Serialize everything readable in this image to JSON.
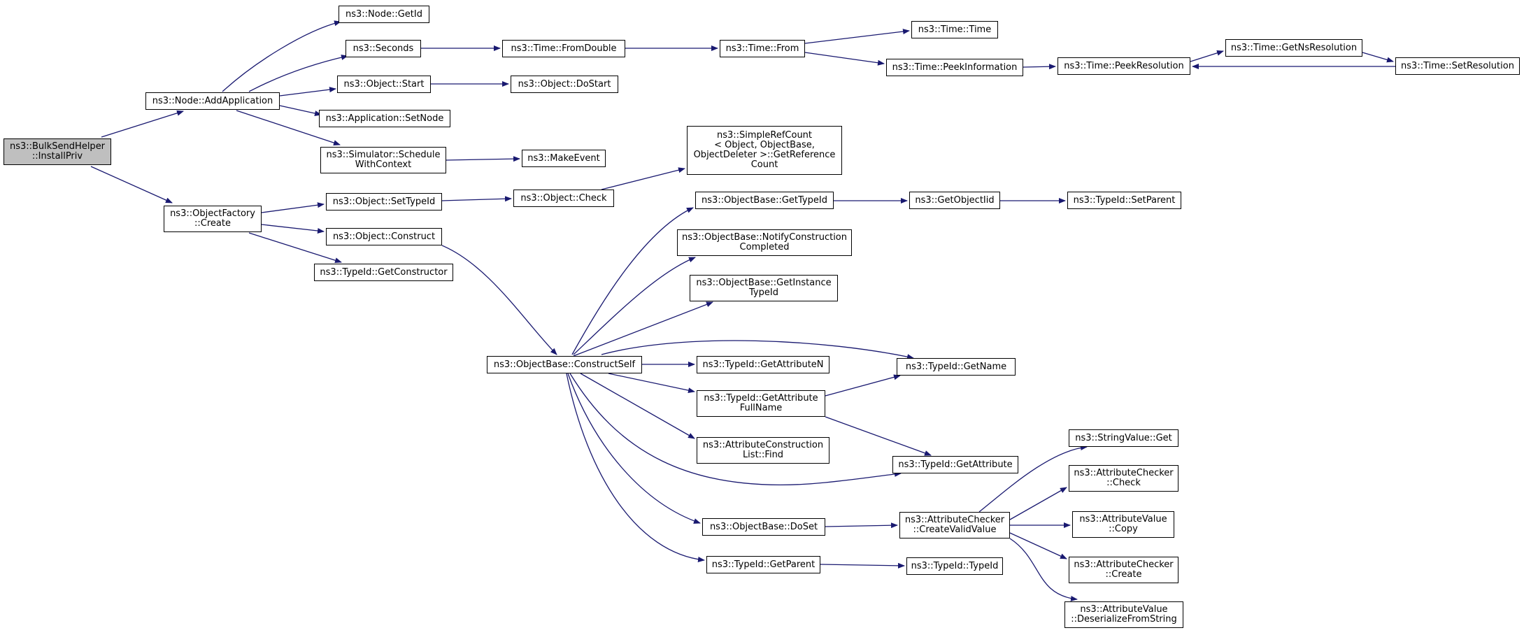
{
  "diagram": {
    "type": "call-graph",
    "edge_color": "#191970",
    "root_fill": "#bfbfbf",
    "nodes": [
      {
        "id": "root",
        "label": "ns3::BulkSendHelper\n::InstallPriv"
      },
      {
        "id": "addapp",
        "label": "ns3::Node::AddApplication"
      },
      {
        "id": "factory",
        "label": "ns3::ObjectFactory\n::Create"
      },
      {
        "id": "getid",
        "label": "ns3::Node::GetId"
      },
      {
        "id": "seconds",
        "label": "ns3::Seconds"
      },
      {
        "id": "objstart",
        "label": "ns3::Object::Start"
      },
      {
        "id": "setnode",
        "label": "ns3::Application::SetNode"
      },
      {
        "id": "schedctx",
        "label": "ns3::Simulator::Schedule\nWithContext"
      },
      {
        "id": "settypeid",
        "label": "ns3::Object::SetTypeId"
      },
      {
        "id": "construct",
        "label": "ns3::Object::Construct"
      },
      {
        "id": "getctor",
        "label": "ns3::TypeId::GetConstructor"
      },
      {
        "id": "fromdouble",
        "label": "ns3::Time::FromDouble"
      },
      {
        "id": "dostart",
        "label": "ns3::Object::DoStart"
      },
      {
        "id": "makeevent",
        "label": "ns3::MakeEvent"
      },
      {
        "id": "check",
        "label": "ns3::Object::Check"
      },
      {
        "id": "from",
        "label": "ns3::Time::From"
      },
      {
        "id": "timetime",
        "label": "ns3::Time::Time"
      },
      {
        "id": "peekinfo",
        "label": "ns3::Time::PeekInformation"
      },
      {
        "id": "peekres",
        "label": "ns3::Time::PeekResolution"
      },
      {
        "id": "getnsres",
        "label": "ns3::Time::GetNsResolution"
      },
      {
        "id": "setres",
        "label": "ns3::Time::SetResolution"
      },
      {
        "id": "refcount",
        "label": "ns3::SimpleRefCount\n< Object, ObjectBase,\n ObjectDeleter >::GetReference\nCount"
      },
      {
        "id": "constructself",
        "label": "ns3::ObjectBase::ConstructSelf"
      },
      {
        "id": "obgettypeid",
        "label": "ns3::ObjectBase::GetTypeId"
      },
      {
        "id": "getobjectiid",
        "label": "ns3::GetObjectIid"
      },
      {
        "id": "setparent",
        "label": "ns3::TypeId::SetParent"
      },
      {
        "id": "notify",
        "label": "ns3::ObjectBase::NotifyConstruction\nCompleted"
      },
      {
        "id": "getinstance",
        "label": "ns3::ObjectBase::GetInstance\nTypeId"
      },
      {
        "id": "getattrn",
        "label": "ns3::TypeId::GetAttributeN"
      },
      {
        "id": "getname",
        "label": "ns3::TypeId::GetName"
      },
      {
        "id": "getattrfull",
        "label": "ns3::TypeId::GetAttribute\nFullName"
      },
      {
        "id": "acfind",
        "label": "ns3::AttributeConstruction\nList::Find"
      },
      {
        "id": "getattribute",
        "label": "ns3::TypeId::GetAttribute"
      },
      {
        "id": "doset",
        "label": "ns3::ObjectBase::DoSet"
      },
      {
        "id": "createvalid",
        "label": "ns3::AttributeChecker\n::CreateValidValue"
      },
      {
        "id": "getparent",
        "label": "ns3::TypeId::GetParent"
      },
      {
        "id": "typeidtypeid",
        "label": "ns3::TypeId::TypeId"
      },
      {
        "id": "strget",
        "label": "ns3::StringValue::Get"
      },
      {
        "id": "accheck",
        "label": "ns3::AttributeChecker\n::Check"
      },
      {
        "id": "avcopy",
        "label": "ns3::AttributeValue\n::Copy"
      },
      {
        "id": "accreate",
        "label": "ns3::AttributeChecker\n::Create"
      },
      {
        "id": "avdeser",
        "label": "ns3::AttributeValue\n::DeserializeFromString"
      }
    ]
  }
}
